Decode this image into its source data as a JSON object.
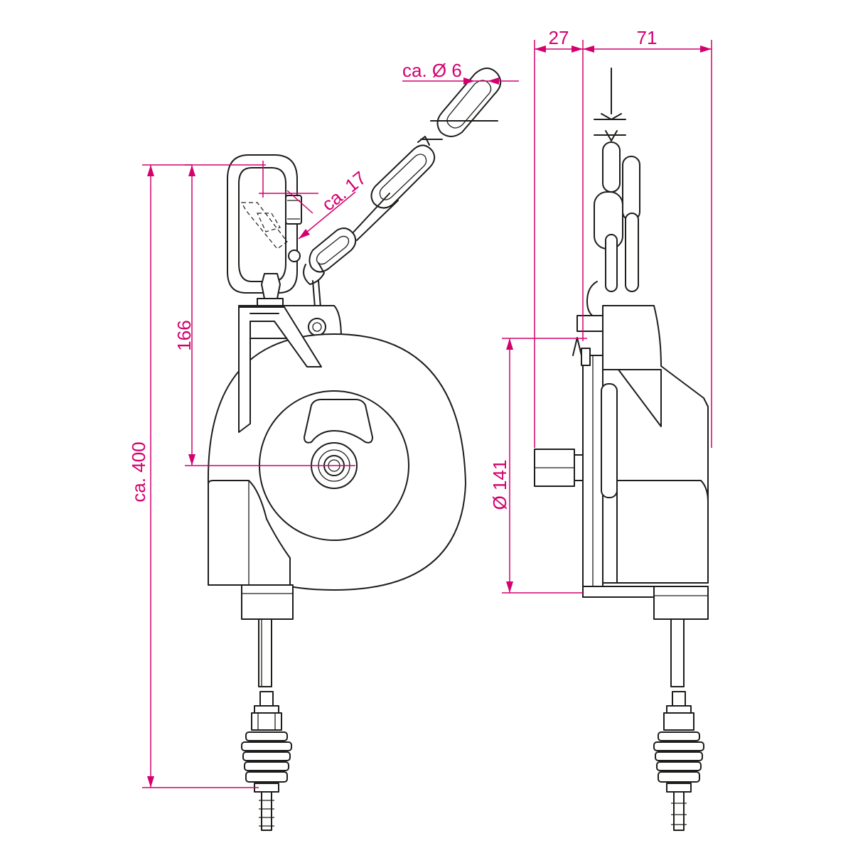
{
  "colors": {
    "line": "#1d1d1b",
    "dimension": "#d4006e",
    "background": "#ffffff"
  },
  "dimensions": {
    "overall_height": "ca. 400",
    "hook_to_center": "166",
    "carabiner_opening": "ca. 17",
    "chain_wire": "ca. Ø 6",
    "side_offset": "27",
    "side_width": "71",
    "drum_diameter": "Ø 141"
  }
}
